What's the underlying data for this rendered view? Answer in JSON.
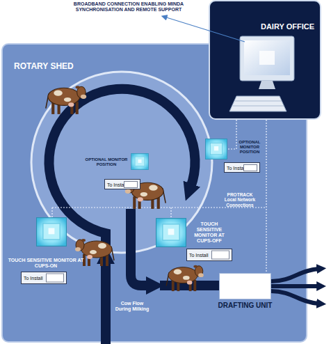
{
  "diagram": {
    "nodes": [
      {
        "text": [
          "DAIRY OFFICE"
        ]
      },
      {
        "text": [
          "ROTARY SHED"
        ]
      },
      {
        "text": [
          "To Install"
        ],
        "in": 1
      },
      {
        "text": [
          "To Install"
        ],
        "in": 1
      },
      {
        "text": [
          "To Install"
        ],
        "in": 1
      },
      {
        "text": [
          "To Install"
        ],
        "in": 1
      },
      {
        "text": [
          "DRAFTING UNIT"
        ],
        "in": 1
      }
    ],
    "edges": [
      {
        "from": 0,
        "to": 6,
        "arrow": "none"
      }
    ],
    "labels": [
      "BROADBAND CONNECTION ENABLING MINDA SYNCHRONISATION AND REMOTE SUPPORT",
      "OPTIONAL MONITOR POSITION",
      "OPTIONAL MONITOR POSITION",
      "PROTRACK Local Network Connections",
      "TOUCH SENSITIVE MONITOR AT CUPS-ON",
      "TOUCH SENSITIVE MONITOR AT CUPS-OFF",
      "Cow Flow During Milking"
    ]
  }
}
